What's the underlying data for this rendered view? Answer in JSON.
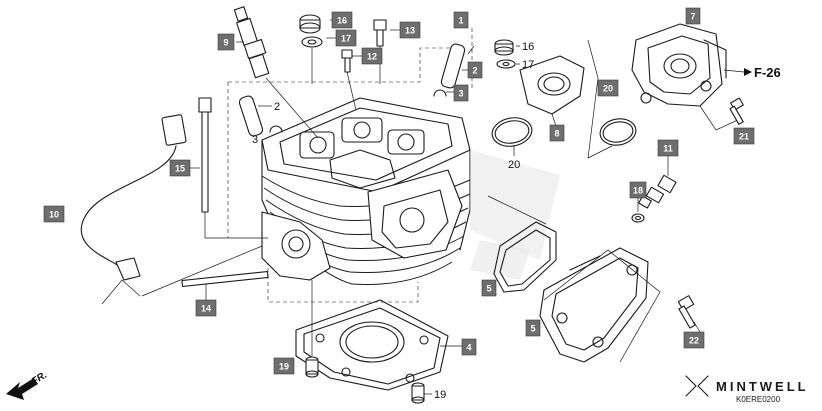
{
  "callouts_boxed": [
    {
      "id": "c1",
      "label": "1"
    },
    {
      "id": "c2",
      "label": "2"
    },
    {
      "id": "c3",
      "label": "3"
    },
    {
      "id": "c4",
      "label": "4"
    },
    {
      "id": "c5a",
      "label": "5"
    },
    {
      "id": "c5b",
      "label": "5"
    },
    {
      "id": "c7",
      "label": "7"
    },
    {
      "id": "c8",
      "label": "8"
    },
    {
      "id": "c9",
      "label": "9"
    },
    {
      "id": "c10",
      "label": "10"
    },
    {
      "id": "c11",
      "label": "11"
    },
    {
      "id": "c12",
      "label": "12"
    },
    {
      "id": "c13",
      "label": "13"
    },
    {
      "id": "c14",
      "label": "14"
    },
    {
      "id": "c15",
      "label": "15"
    },
    {
      "id": "c16",
      "label": "16"
    },
    {
      "id": "c17",
      "label": "17"
    },
    {
      "id": "c18",
      "label": "18"
    },
    {
      "id": "c19",
      "label": "19"
    },
    {
      "id": "c20",
      "label": "20"
    },
    {
      "id": "c21",
      "label": "21"
    },
    {
      "id": "c22",
      "label": "22"
    }
  ],
  "callouts_plain": [
    {
      "id": "p2",
      "label": "2"
    },
    {
      "id": "p3",
      "label": "3"
    },
    {
      "id": "p16",
      "label": "16"
    },
    {
      "id": "p17",
      "label": "17"
    },
    {
      "id": "p20",
      "label": "20"
    },
    {
      "id": "p19",
      "label": "19"
    }
  ],
  "reference": "F-26",
  "front_marker": "FR.",
  "brand": "MINTWELL",
  "diagram_code": "K0ERE0200"
}
